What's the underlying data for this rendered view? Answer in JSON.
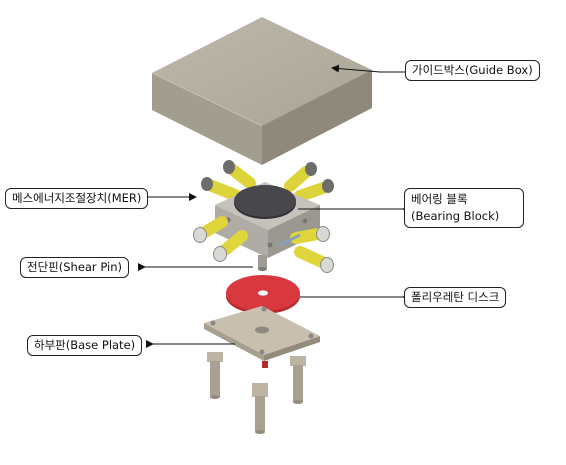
{
  "labels": {
    "guide_box": "가이드박스(Guide Box)",
    "mer": "메스에너지조절장치(MER)",
    "bearing_block_line1": "베어링 블록",
    "bearing_block_line2": "(Bearing Block)",
    "shear_pin": "전단핀(Shear Pin)",
    "pu_disk": "폴리우레탄 디스크",
    "base_plate": "하부판(Base Plate)"
  },
  "colors": {
    "guide_box_top": "#b4afa0",
    "guide_box_front": "#a39e8f",
    "guide_box_side": "#8f8a7c",
    "bearing_body": "#b8b6ae",
    "bearing_top_disc": "#3f3f42",
    "damper_yellow": "#e2d83a",
    "steel": "#c9c9c6",
    "pu_disk": "#d6363c",
    "base_plate": "#bdb3a3"
  }
}
